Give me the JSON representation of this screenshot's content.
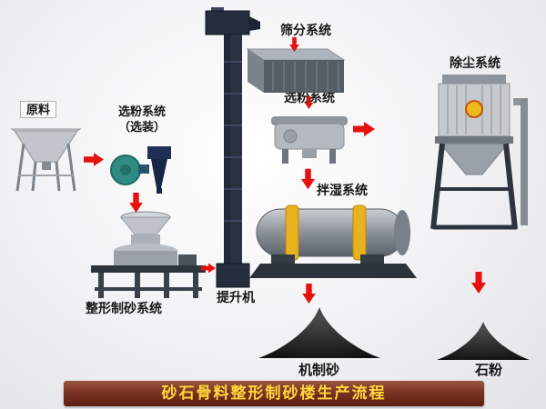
{
  "banner": {
    "text": "砂石骨料整形制砂楼生产流程"
  },
  "nodes": {
    "raw_material": "原料",
    "powder_optional_1": "选粉系统",
    "powder_optional_2": "（选装）",
    "screening": "筛分系统",
    "powder_selection": "选粉系统",
    "dust_removal": "除尘系统",
    "mixing": "拌湿系统",
    "shaping": "整形制砂系统",
    "elevator": "提升机",
    "machine_sand": "机制砂",
    "stone_powder": "石粉"
  },
  "colors": {
    "arrow": "#e8100c",
    "banner_bg": "#7c3322",
    "banner_text": "#ffd83a",
    "drum_ring": "#e8b21e",
    "pile": "#111111"
  }
}
